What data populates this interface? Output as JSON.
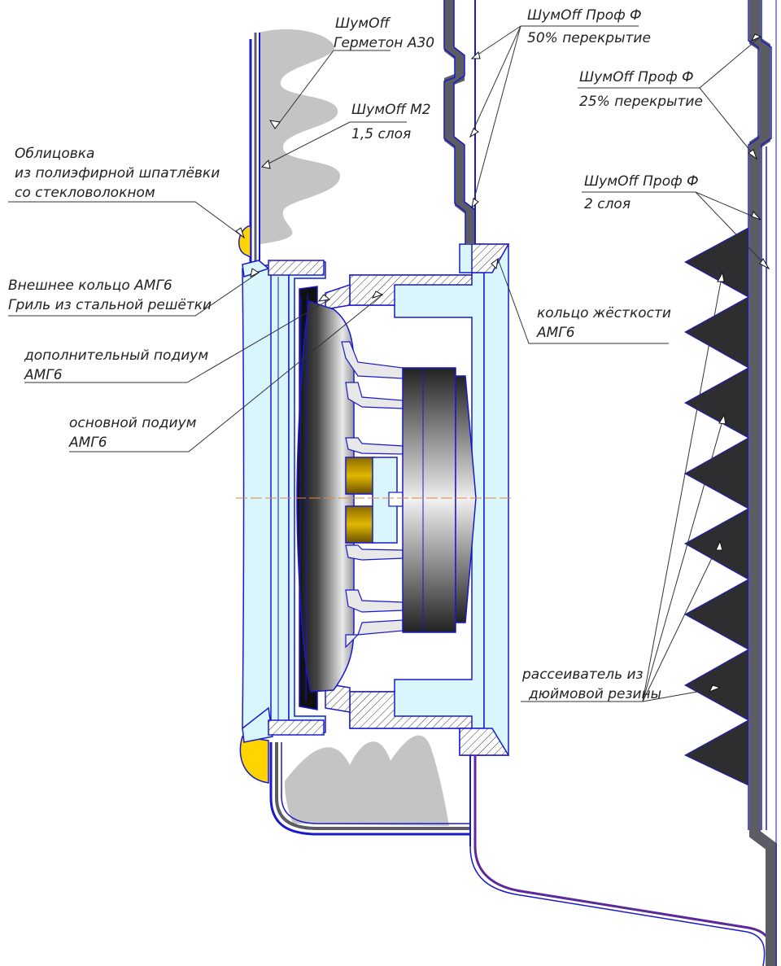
{
  "labels": {
    "shumoff_line1": "ШумOff",
    "gerometon": "Герметон А30",
    "shumoff_m2": "ШумOff М2",
    "m2_layers": "1,5 слоя",
    "facing_1": "Облицовка",
    "facing_2": "из полиэфирной шпатлёвки",
    "facing_3": "со стекловолокном",
    "outer_ring": "Внешнее кольцо АМГ6",
    "grille": "Гриль из стальной решётки",
    "extra_podium_1": "дополнительный подиум",
    "extra_podium_2": "АМГ6",
    "main_podium_1": "основной подиум",
    "main_podium_2": "АМГ6",
    "prof_f_50_1": "ШумOff Проф Ф",
    "prof_f_50_2": "50% перекрытие",
    "prof_f_25_1": "ШумOff Проф Ф",
    "prof_f_25_2": "25% перекрытие",
    "prof_f_2_1": "ШумOff Проф Ф",
    "prof_f_2_2": "2 слоя",
    "stiff_ring_1": "кольцо жёсткости",
    "stiff_ring_2": "АМГ6",
    "diffuser_1": "рассеиватель из",
    "diffuser_2": "дюймовой резины"
  },
  "colors": {
    "outline_blue": "#1a1acc",
    "fill_light_cyan": "#d8f6fb",
    "sealant_gray": "#c4c4c4",
    "mastic_dark": "#5c5c64",
    "rubber_black": "#2e2e30",
    "putty_yellow": "#ffd400",
    "magnet_gold": "#c8a000",
    "panel_purple": "#5a2a9a"
  }
}
